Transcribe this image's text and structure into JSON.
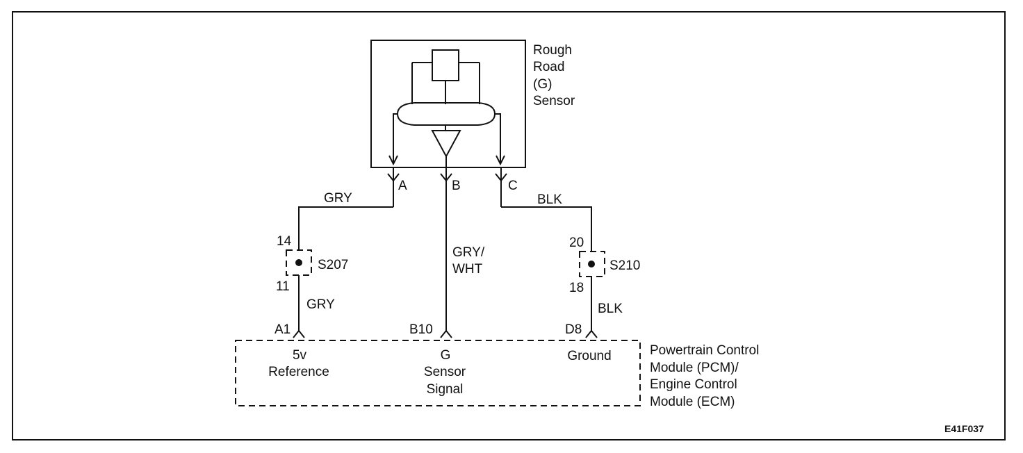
{
  "sensor": {
    "label_lines": [
      "Rough",
      "Road",
      "(G)",
      "Sensor"
    ],
    "pins": [
      "A",
      "B",
      "C"
    ]
  },
  "wires": {
    "a_top": "GRY",
    "c_top": "BLK",
    "b_line1": "GRY/",
    "b_line2": "WHT",
    "a_bottom": "GRY",
    "c_bottom": "BLK"
  },
  "splices": {
    "left": {
      "name": "S207",
      "top_pin": "14",
      "bottom_pin": "11"
    },
    "right": {
      "name": "S210",
      "top_pin": "20",
      "bottom_pin": "18"
    }
  },
  "module": {
    "label_lines": [
      "Powertrain Control",
      "Module (PCM)/",
      "Engine Control",
      "Module (ECM)"
    ],
    "pins": [
      "A1",
      "B10",
      "D8"
    ],
    "terminals": {
      "ref": [
        "5v",
        "Reference"
      ],
      "signal": [
        "G",
        "Sensor",
        "Signal"
      ],
      "ground": [
        "Ground"
      ]
    }
  },
  "figure_code": "E41F037"
}
